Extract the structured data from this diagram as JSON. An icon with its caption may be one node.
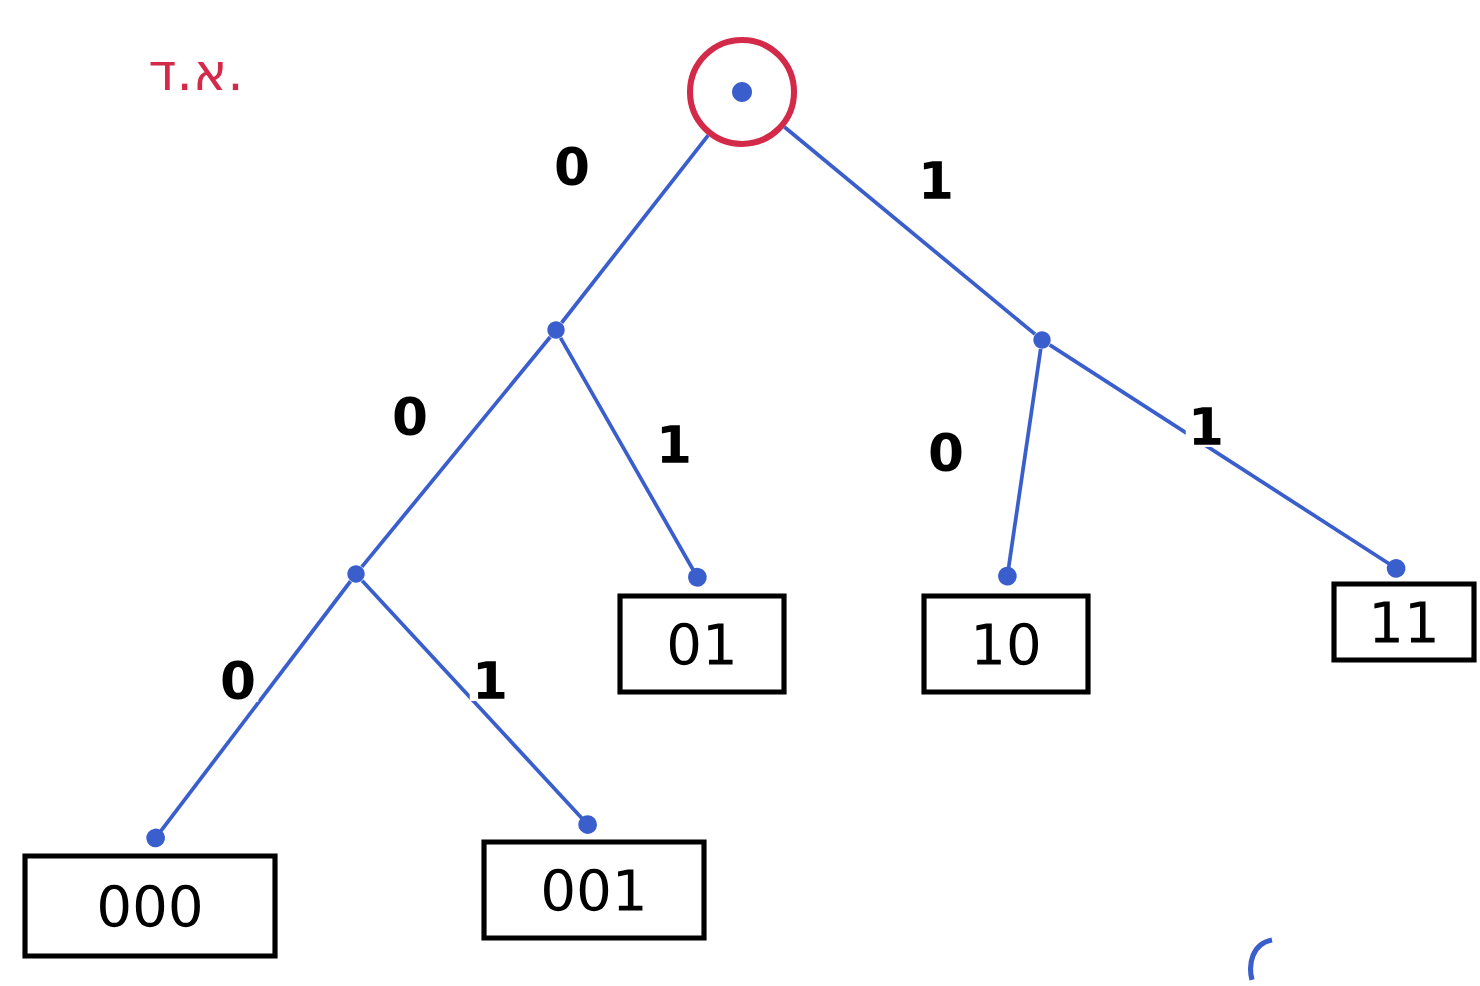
{
  "diagram": {
    "title": "ד.א.",
    "nodes": [
      {
        "text": [],
        "shape": "circle"
      },
      {
        "text": [],
        "shape": "circle"
      },
      {
        "text": [],
        "shape": "circle"
      },
      {
        "text": [],
        "shape": "circle"
      },
      {
        "text": [
          "01"
        ]
      },
      {
        "text": [
          "10"
        ]
      },
      {
        "text": [
          "11"
        ]
      },
      {
        "text": [
          "000"
        ]
      },
      {
        "text": [
          "001"
        ]
      }
    ],
    "edges": [
      {
        "from": 0,
        "to": 1,
        "arrow": "none",
        "label": "0"
      },
      {
        "from": 0,
        "to": 2,
        "arrow": "none",
        "label": "1"
      },
      {
        "from": 1,
        "to": 3,
        "arrow": "none",
        "label": "0"
      },
      {
        "from": 1,
        "to": 4,
        "arrow": "other",
        "label": "1"
      },
      {
        "from": 2,
        "to": 5,
        "arrow": "other",
        "label": "0"
      },
      {
        "from": 2,
        "to": 6,
        "arrow": "other",
        "label": "1"
      },
      {
        "from": 3,
        "to": 7,
        "arrow": "other",
        "label": "0"
      },
      {
        "from": 3,
        "to": 8,
        "arrow": "other",
        "label": "1"
      }
    ]
  }
}
